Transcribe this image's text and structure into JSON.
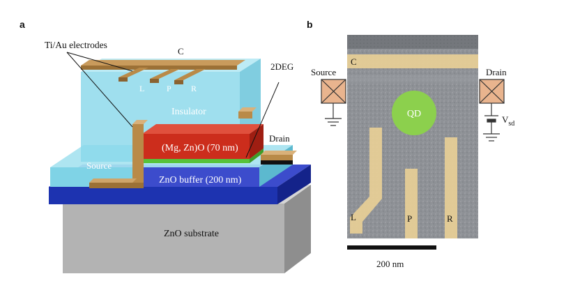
{
  "panel_a": {
    "letter": "a",
    "labels": {
      "electrodes": "Ti/Au electrodes",
      "gate_c": "C",
      "gate_l": "L",
      "gate_p": "P",
      "gate_r": "R",
      "insulator": "Insulator",
      "twodeg": "2DEG",
      "barrier": "(Mg, Zn)O (70 nm)",
      "drain": "Drain",
      "source": "Source",
      "buffer": "ZnO buffer (200 nm)",
      "substrate": "ZnO substrate"
    }
  },
  "panel_b": {
    "letter": "b",
    "labels": {
      "source": "Source",
      "drain": "Drain",
      "gate_c": "C",
      "gate_l": "L",
      "gate_p": "P",
      "gate_r": "R",
      "dot": "QD",
      "vsd_main": "V",
      "vsd_sub": "sd",
      "scale": "200 nm"
    }
  },
  "colors": {
    "gold": "#b98a48",
    "gold_light": "#e8cf96",
    "insulator": "#7fd3e6",
    "mgzno": "#cc2d1c",
    "twodeg": "#56c33a",
    "buffer": "#1d33b0",
    "substrate": "#b3b3b3",
    "qd": "#8cd04d",
    "contact": "#e9b48e"
  }
}
